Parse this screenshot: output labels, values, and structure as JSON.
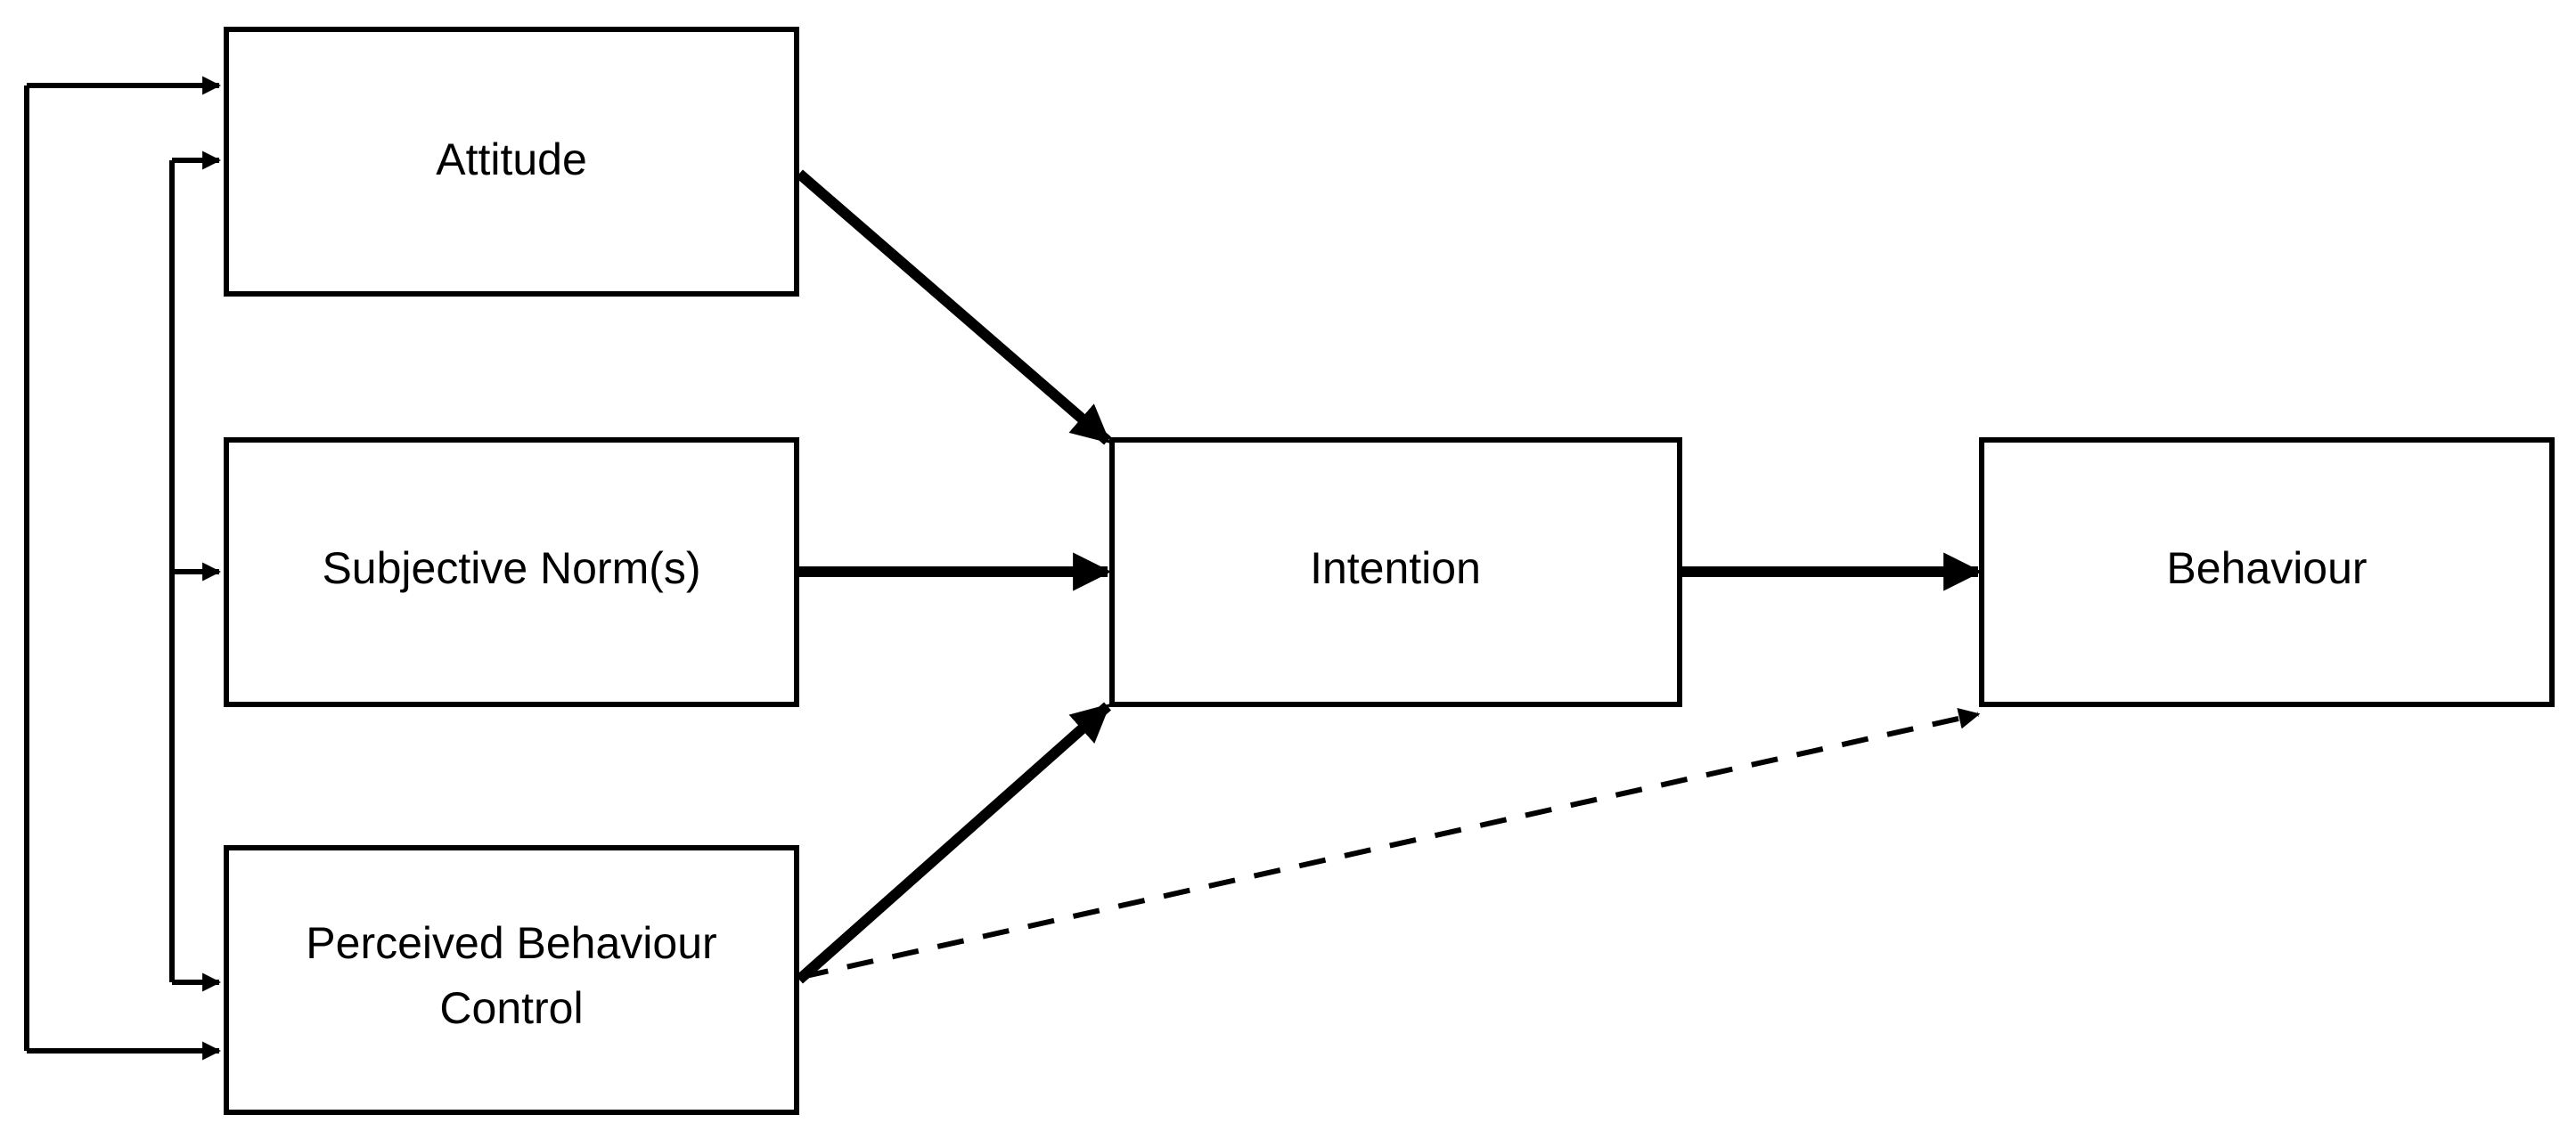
{
  "nodes": {
    "attitude": {
      "label": "Attitude"
    },
    "subjective_norms": {
      "label": "Subjective Norm(s)"
    },
    "pbc": {
      "line1": "Perceived Behaviour",
      "line2": "Control"
    },
    "intention": {
      "label": "Intention"
    },
    "behaviour": {
      "label": "Behaviour"
    }
  },
  "edges": [
    {
      "from": "Attitude",
      "to": "Intention",
      "style": "solid"
    },
    {
      "from": "Subjective Norm(s)",
      "to": "Intention",
      "style": "solid"
    },
    {
      "from": "Perceived Behaviour Control",
      "to": "Intention",
      "style": "solid"
    },
    {
      "from": "Intention",
      "to": "Behaviour",
      "style": "solid"
    },
    {
      "from": "Perceived Behaviour Control",
      "to": "Behaviour",
      "style": "dashed"
    },
    {
      "from": "Attitude",
      "to": "Perceived Behaviour Control",
      "style": "correlation"
    },
    {
      "from": "Attitude",
      "to": "Subjective Norm(s)",
      "style": "correlation"
    },
    {
      "from": "Subjective Norm(s)",
      "to": "Perceived Behaviour Control",
      "style": "correlation"
    }
  ],
  "colors": {
    "stroke": "#000000",
    "background": "#ffffff"
  }
}
